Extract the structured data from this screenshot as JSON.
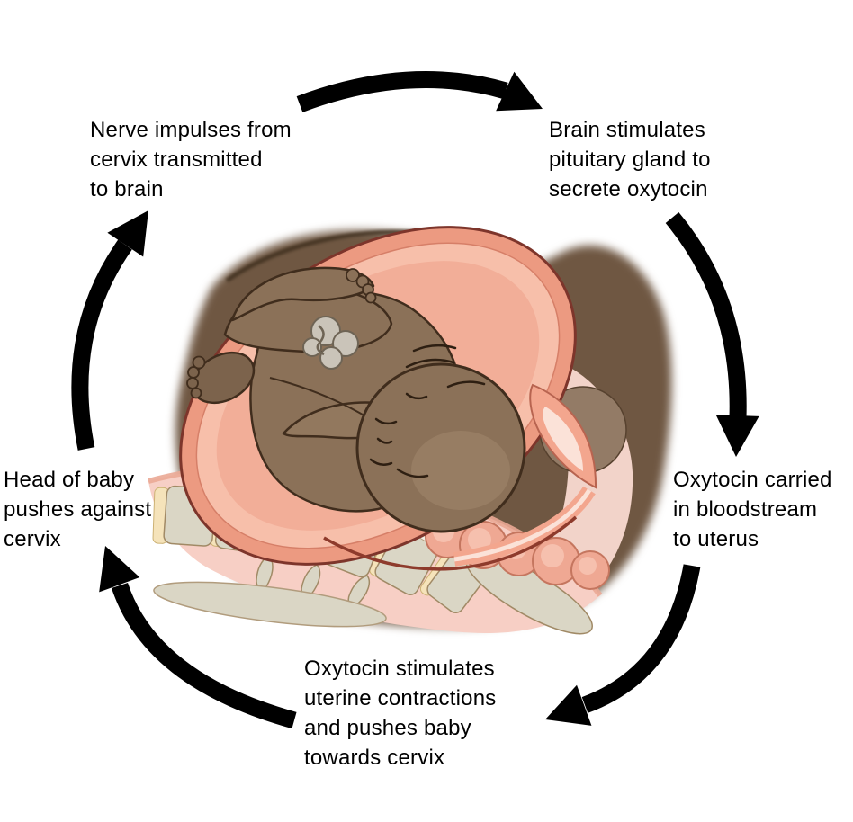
{
  "figure": {
    "name": "oxytocin-childbirth-positive-feedback-cycle",
    "background_color": "#ffffff",
    "text_color": "#000000",
    "arrow_color": "#000000",
    "steps": [
      {
        "id": "nerve-impulses-to-brain",
        "position": "top-left",
        "label": "Nerve impulses from\ncervix transmitted\nto brain"
      },
      {
        "id": "brain-stimulates-pituitary",
        "position": "top-right",
        "label": "Brain stimulates\npituitary gland to\nsecrete oxytocin"
      },
      {
        "id": "oxytocin-in-bloodstream",
        "position": "right",
        "label": "Oxytocin carried\nin bloodstream\nto uterus"
      },
      {
        "id": "uterine-contractions",
        "position": "bottom",
        "label": "Oxytocin stimulates\nuterine contractions\nand pushes baby\ntowards cervix"
      },
      {
        "id": "head-pushes-cervix",
        "position": "left",
        "label": "Head of baby\npushes against\ncervix"
      }
    ],
    "arrows": [
      {
        "from": "nerve-impulses-to-brain",
        "to": "brain-stimulates-pituitary",
        "position": "top"
      },
      {
        "from": "brain-stimulates-pituitary",
        "to": "oxytocin-in-bloodstream",
        "position": "right"
      },
      {
        "from": "oxytocin-in-bloodstream",
        "to": "uterine-contractions",
        "position": "bottom-right"
      },
      {
        "from": "uterine-contractions",
        "to": "head-pushes-cervix",
        "position": "bottom-left"
      },
      {
        "from": "head-pushes-cervix",
        "to": "nerve-impulses-to-brain",
        "position": "left"
      }
    ],
    "illustration": {
      "name": "full-term-fetus-in-utero-sagittal-section",
      "colors": {
        "maternal_tissue": "#6f5742",
        "uterus_wall": "#ec9a81",
        "uterus_lining": "#f7bfaa",
        "amniotic_space": "#f2ae98",
        "fetus_skin": "#8b7158",
        "fetus_outline": "#402d1d",
        "umbilical_cord": "#cac4b9",
        "bone": "#dad6c5",
        "disc": "#f5e3ba",
        "soft_tissue_pink": "#f7cfc5",
        "fold_pink": "#efa893"
      }
    }
  }
}
